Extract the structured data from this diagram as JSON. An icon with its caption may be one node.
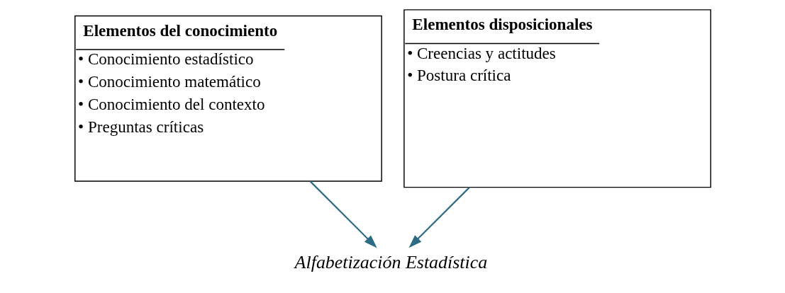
{
  "diagram": {
    "nodes": [
      {
        "text": [
          "Elementos del conocimiento",
          "• Conocimiento estadístico",
          "• Conocimiento matemático",
          "• Conocimiento del contexto",
          "• Preguntas críticas"
        ]
      },
      {
        "text": [
          "Elementos disposicionales",
          "• Creencias y actitudes",
          "• Postura crítica"
        ]
      },
      {
        "text": [
          "Alfabetización Estadística"
        ]
      }
    ],
    "edges": [
      {
        "from": 0,
        "to": 2,
        "arrow": "to"
      },
      {
        "from": 1,
        "to": 2,
        "arrow": "to"
      }
    ]
  }
}
